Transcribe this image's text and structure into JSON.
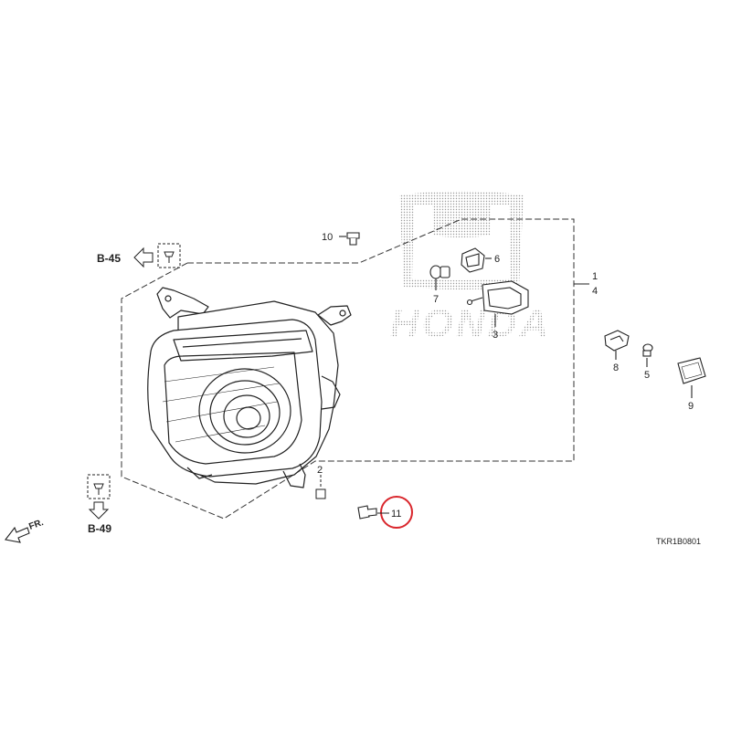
{
  "diagram": {
    "diagram_code": "TKR1B0801",
    "watermark_text": "HONDA",
    "refs": {
      "b45": "B-45",
      "b49": "B-49"
    },
    "front_label": "FR.",
    "callouts": {
      "p1": "1",
      "p2": "2",
      "p3": "3",
      "p4": "4",
      "p5": "5",
      "p6": "6",
      "p7": "7",
      "p8": "8",
      "p9": "9",
      "p10": "10",
      "p11": "11"
    },
    "highlight_color": "#d9262c",
    "line_color": "#222222"
  }
}
